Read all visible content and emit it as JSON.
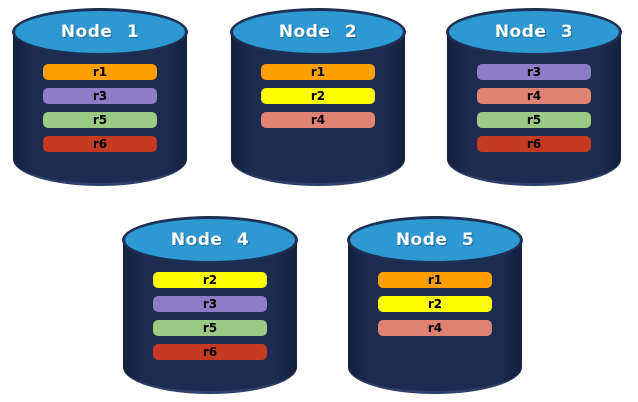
{
  "diagram": {
    "description": "database-replication-diagram",
    "colors": {
      "cylinder_top_fill": "#2e98d2",
      "cylinder_top_border": "#1c3054",
      "cylinder_body_fill": "#1d2b4e",
      "cylinder_bottom_rim": "#2e3f68",
      "record_label_color": "#000000",
      "node_label_color": "#ffffff"
    },
    "record_colors": {
      "r1": "#ff9f00",
      "r2": "#ffff00",
      "r3": "#8c7dc6",
      "r4": "#e08273",
      "r5": "#9aca84",
      "r6": "#c43a22"
    },
    "nodes": [
      {
        "label": "Node 1",
        "records": [
          "r1",
          "r3",
          "r5",
          "r6"
        ]
      },
      {
        "label": "Node 2",
        "records": [
          "r1",
          "r2",
          "r4"
        ]
      },
      {
        "label": "Node 3",
        "records": [
          "r3",
          "r4",
          "r5",
          "r6"
        ]
      },
      {
        "label": "Node 4",
        "records": [
          "r2",
          "r3",
          "r5",
          "r6"
        ]
      },
      {
        "label": "Node 5",
        "records": [
          "r1",
          "r2",
          "r4"
        ]
      }
    ]
  }
}
